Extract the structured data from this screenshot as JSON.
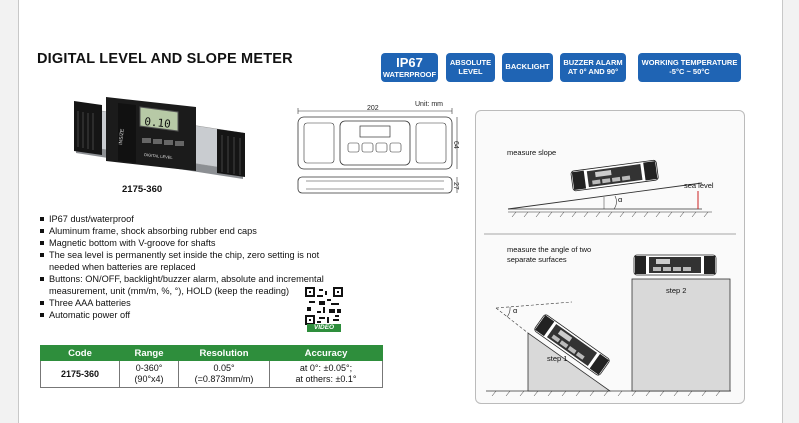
{
  "title": "DIGITAL LEVEL AND SLOPE  METER",
  "badges": [
    {
      "big": "IP67",
      "small": "WATERPROOF"
    },
    {
      "line1": "ABSOLUTE",
      "line2": "LEVEL"
    },
    {
      "line1": "BACKLIGHT"
    },
    {
      "line1": "BUZZER ALARM",
      "line2": "AT 0° AND 90°"
    },
    {
      "line1": "WORKING TEMPERATURE",
      "line2": "-5°C ~ 50°C"
    }
  ],
  "product": {
    "model": "2175-360",
    "display_reading": "0.10",
    "brand": "INSIZE",
    "front_label": "DIGITAL LEVEL"
  },
  "drawing": {
    "unit": "Unit: mm",
    "width": "202",
    "height": "64",
    "depth": "27"
  },
  "features": [
    "IP67 dust/waterproof",
    "Aluminum frame, shock absorbing rubber end caps",
    "Magnetic bottom with V-groove for shafts",
    "The sea level is permanently set inside the chip, zero setting is not needed when batteries are replaced",
    "Buttons: ON/OFF, backlight/buzzer alarm, absolute and incremental measurement, unit (mm/m, %, °), HOLD (keep the reading)",
    "Three AAA batteries",
    "Automatic power off"
  ],
  "video_label": "VIDEO",
  "spec_table": {
    "headers": [
      "Code",
      "Range",
      "Resolution",
      "Accuracy"
    ],
    "row": {
      "code": "2175-360",
      "range_1": "0-360°",
      "range_2": "(90°x4)",
      "resolution_1": "0.05°",
      "resolution_2": "(=0.873mm/m)",
      "accuracy_1": "at 0°: ±0.05°;",
      "accuracy_2": "at others: ±0.1°"
    }
  },
  "diagram": {
    "slope_caption": "measure slope",
    "sea_level_label": "sea level",
    "alpha": "α",
    "angle_caption_1": "measure the angle of two",
    "angle_caption_2": "separate surfaces",
    "step1": "step 1",
    "step2": "step 2"
  },
  "colors": {
    "badge_blue": "#1f64b4",
    "table_green": "#2e8e3c",
    "sea_level_red": "#cc2222"
  }
}
